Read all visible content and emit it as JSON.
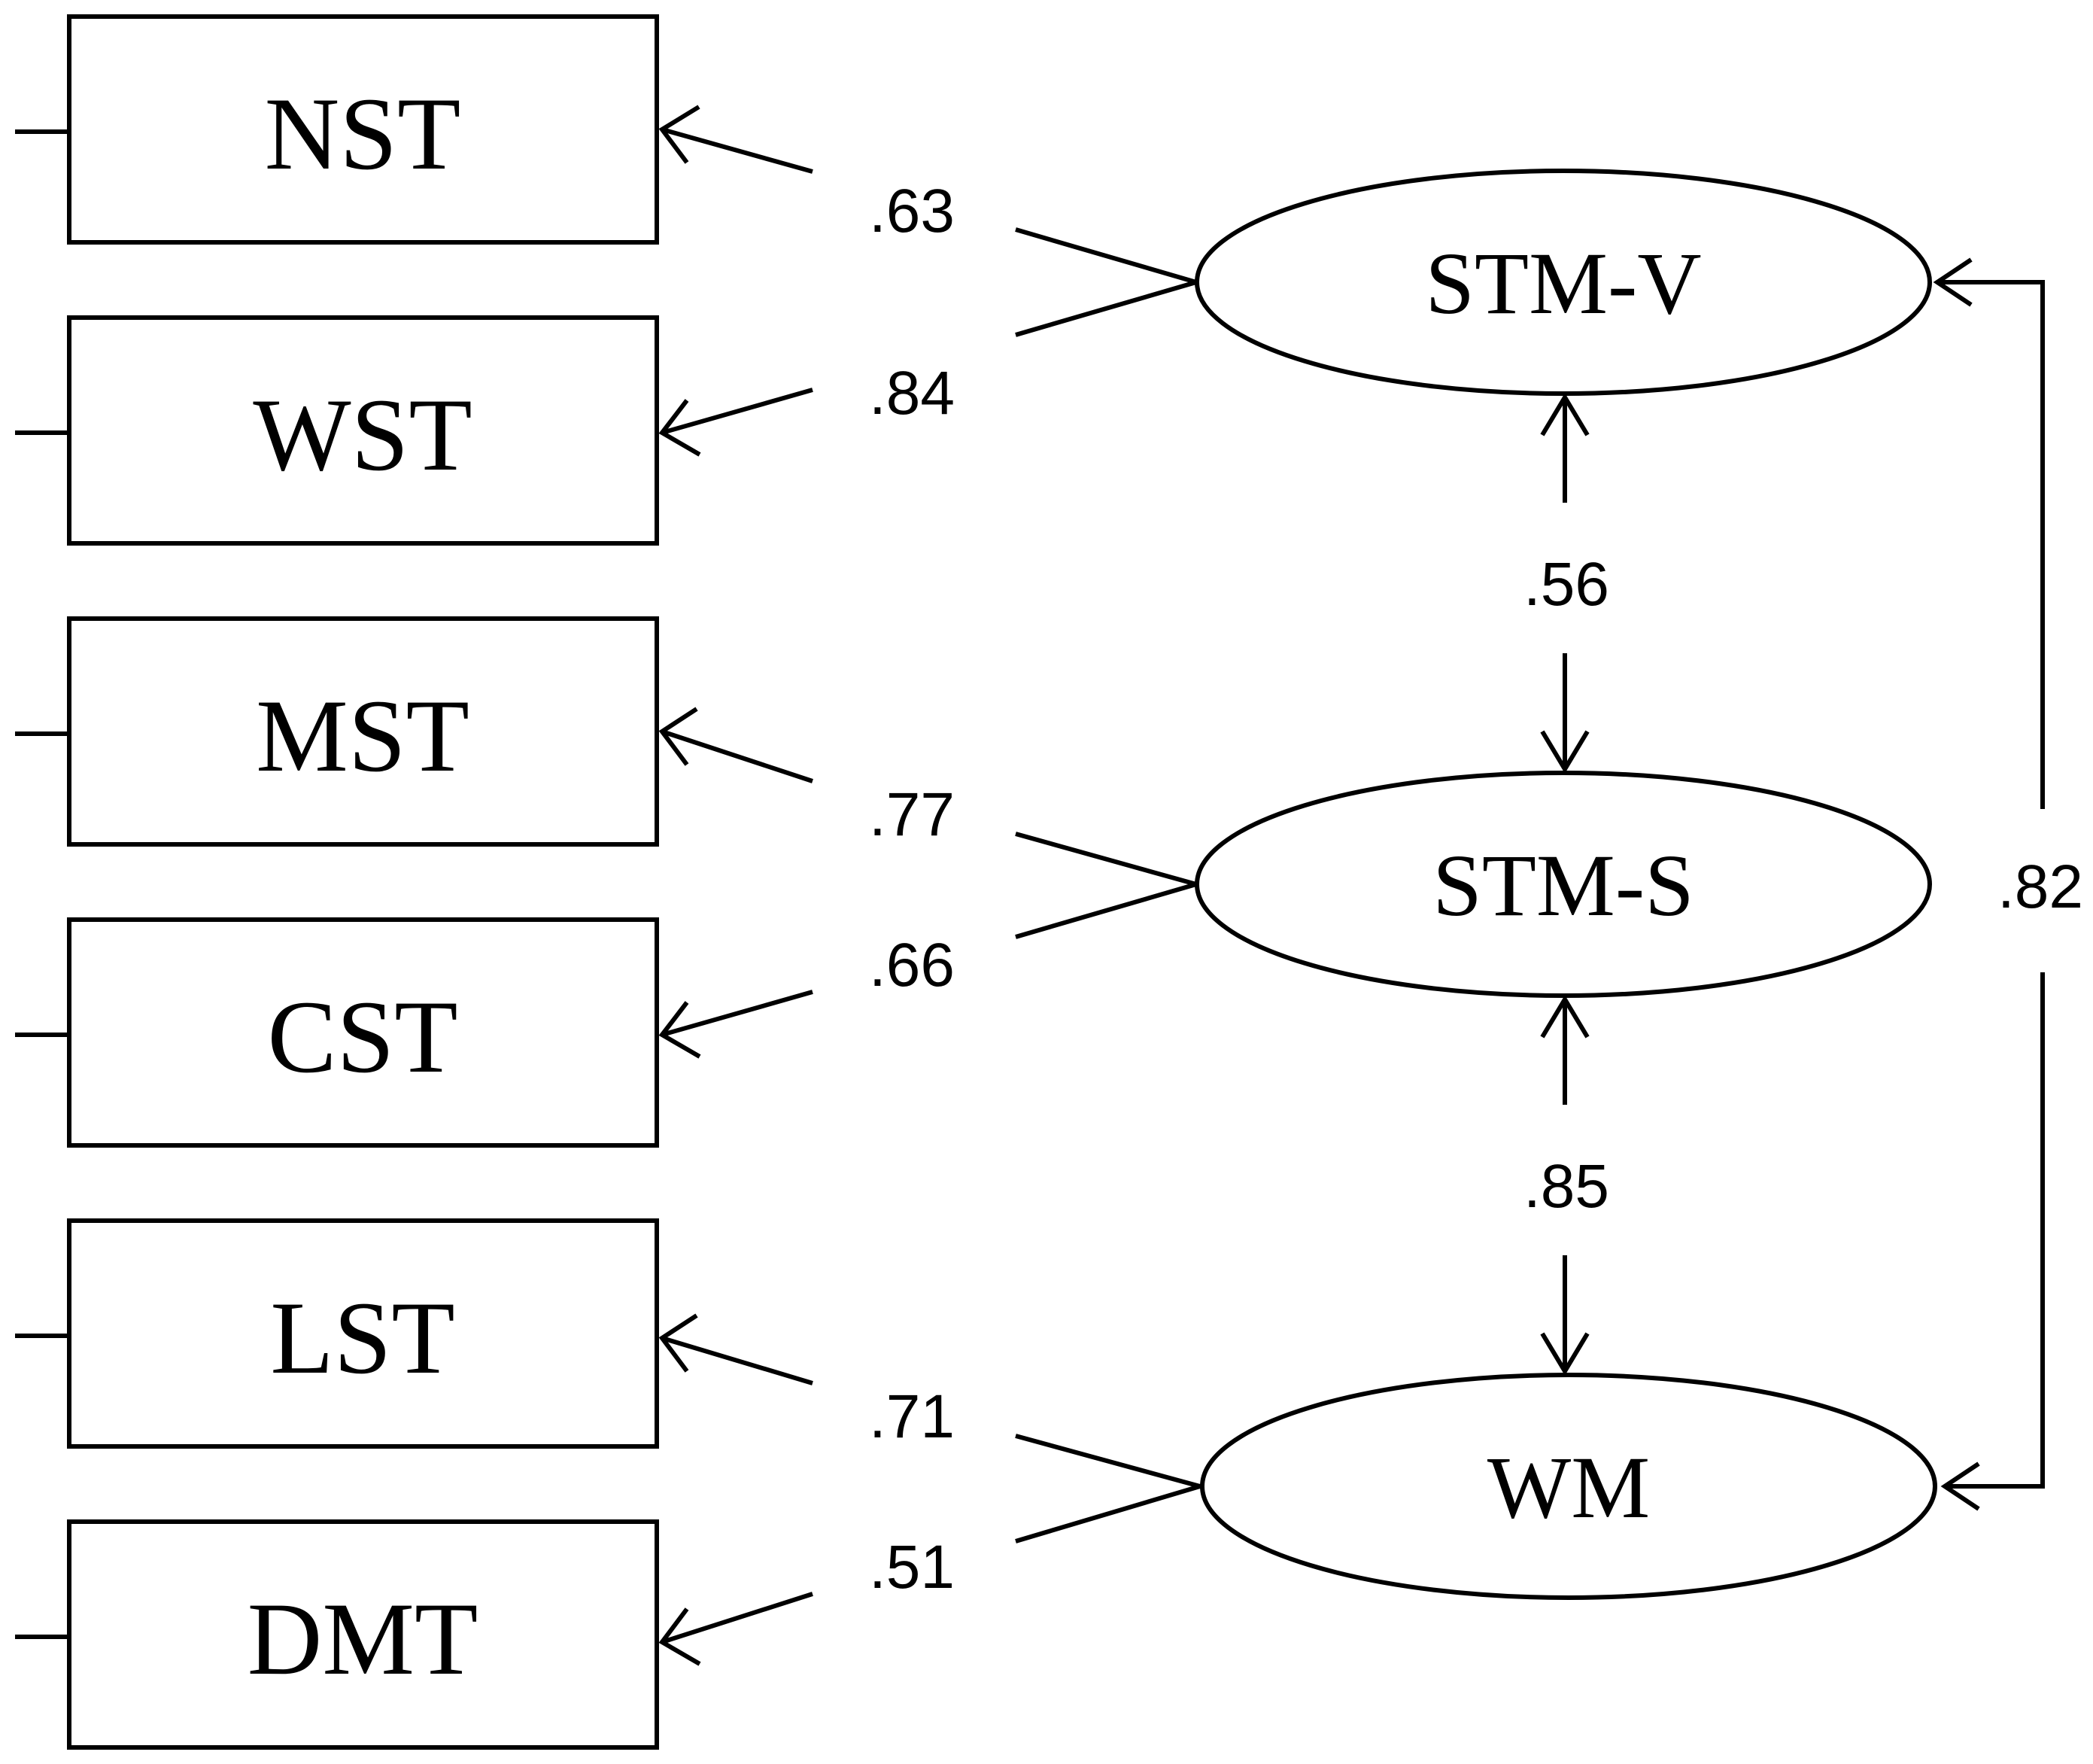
{
  "indicators": [
    {
      "id": "nst",
      "label": "NST"
    },
    {
      "id": "wst",
      "label": "WST"
    },
    {
      "id": "mst",
      "label": "MST"
    },
    {
      "id": "cst",
      "label": "CST"
    },
    {
      "id": "lst",
      "label": "LST"
    },
    {
      "id": "dmt",
      "label": "DMT"
    }
  ],
  "factors": [
    {
      "id": "stm_v",
      "label": "STM-V"
    },
    {
      "id": "stm_s",
      "label": "STM-S"
    },
    {
      "id": "wm",
      "label": "WM"
    }
  ],
  "loadings": [
    {
      "factor": "STM-V",
      "indicator": "NST",
      "value": ".63"
    },
    {
      "factor": "STM-V",
      "indicator": "WST",
      "value": ".84"
    },
    {
      "factor": "STM-S",
      "indicator": "MST",
      "value": ".77"
    },
    {
      "factor": "STM-S",
      "indicator": "CST",
      "value": ".66"
    },
    {
      "factor": "WM",
      "indicator": "LST",
      "value": ".71"
    },
    {
      "factor": "WM",
      "indicator": "DMT",
      "value": ".51"
    }
  ],
  "correlations": [
    {
      "from": "STM-V",
      "to": "STM-S",
      "value": ".56"
    },
    {
      "from": "STM-S",
      "to": "WM",
      "value": ".85"
    },
    {
      "from": "STM-V",
      "to": "WM",
      "value": ".82"
    }
  ]
}
